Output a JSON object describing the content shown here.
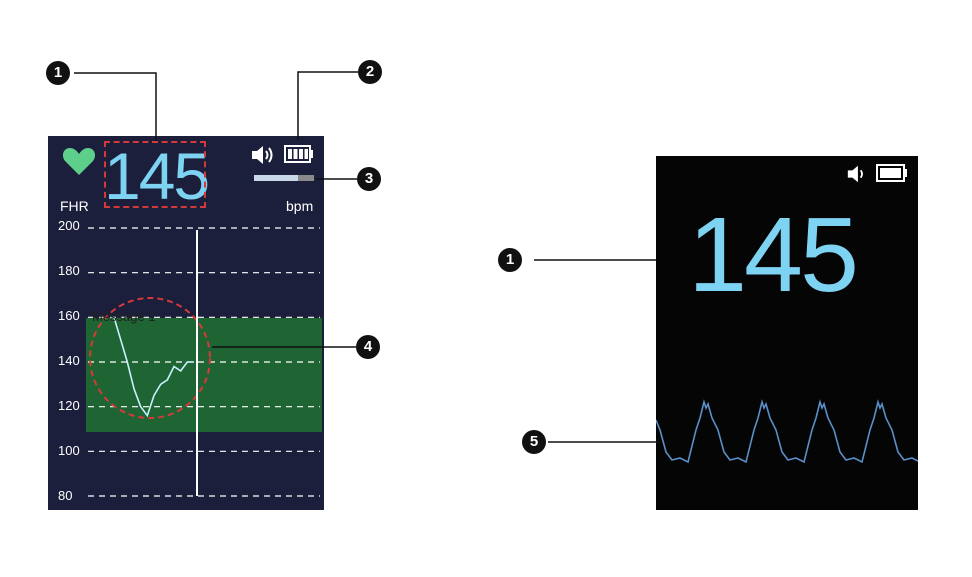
{
  "left_display": {
    "bpm_value": "145",
    "fhr_label": "FHR",
    "unit_label": "bpm",
    "overlay_text": "Message 1",
    "y_ticks": [
      "200",
      "180",
      "160",
      "140",
      "120",
      "100",
      "80"
    ],
    "icons": [
      "heart-icon",
      "speaker-icon",
      "battery-icon"
    ],
    "colors": {
      "background": "#1b1f3b",
      "digits": "#7ed3f2",
      "heart": "#5ecf8a",
      "normal_band": "#1f6b33",
      "highlight": "#d43a3a"
    }
  },
  "right_display": {
    "bpm_value": "145",
    "icons": [
      "speaker-icon",
      "battery-icon"
    ],
    "colors": {
      "background": "#050505",
      "digits": "#7ed3f2",
      "waveform": "#5a8fc8"
    }
  },
  "callouts": [
    "1",
    "2",
    "3",
    "4",
    "1",
    "5"
  ],
  "chart_data": {
    "type": "line",
    "ylim": [
      80,
      200
    ],
    "yticks": [
      200,
      180,
      160,
      140,
      120,
      100,
      80
    ],
    "normal_range": [
      110,
      160
    ],
    "series": [
      {
        "values": [
          160,
          150,
          140,
          128,
          120,
          116,
          125,
          130,
          132,
          138,
          136,
          140,
          140
        ]
      }
    ]
  }
}
